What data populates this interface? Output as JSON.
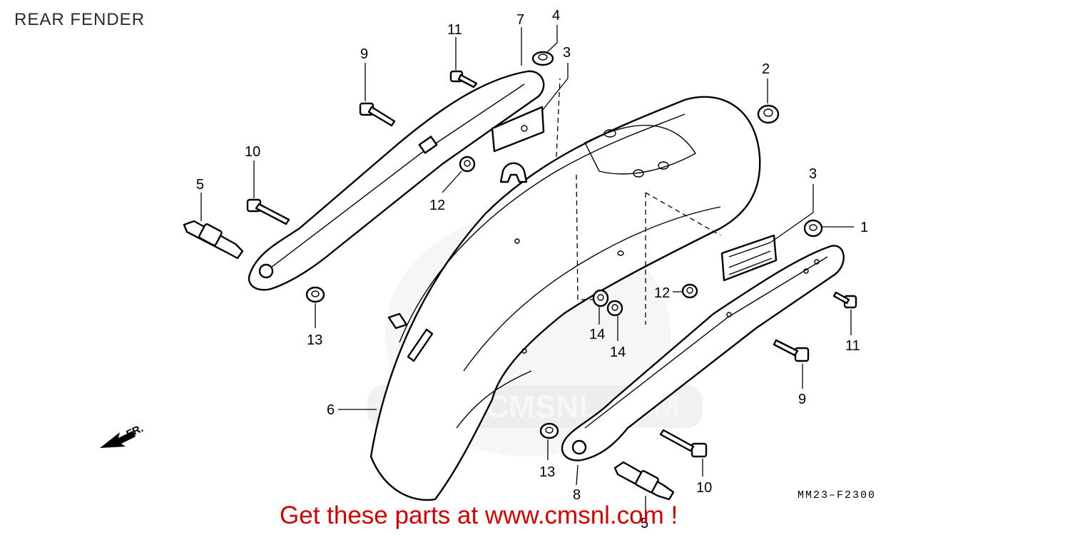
{
  "title": "REAR FENDER",
  "diagram_code": "MM23–F2300",
  "banner": "Get these parts at www.cmsnl.com !",
  "front_indicator": "FR.",
  "watermark": "WWW.CMSNL.COM",
  "callouts": {
    "c1": "1",
    "c2": "2",
    "c3a": "3",
    "c3b": "3",
    "c4": "4",
    "c5a": "5",
    "c5b": "5",
    "c6": "6",
    "c7": "7",
    "c8": "8",
    "c9a": "9",
    "c9b": "9",
    "c10a": "10",
    "c10b": "10",
    "c11a": "11",
    "c11b": "11",
    "c12a": "12",
    "c12b": "12",
    "c13a": "13",
    "c13b": "13",
    "c14a": "14",
    "c14b": "14"
  }
}
